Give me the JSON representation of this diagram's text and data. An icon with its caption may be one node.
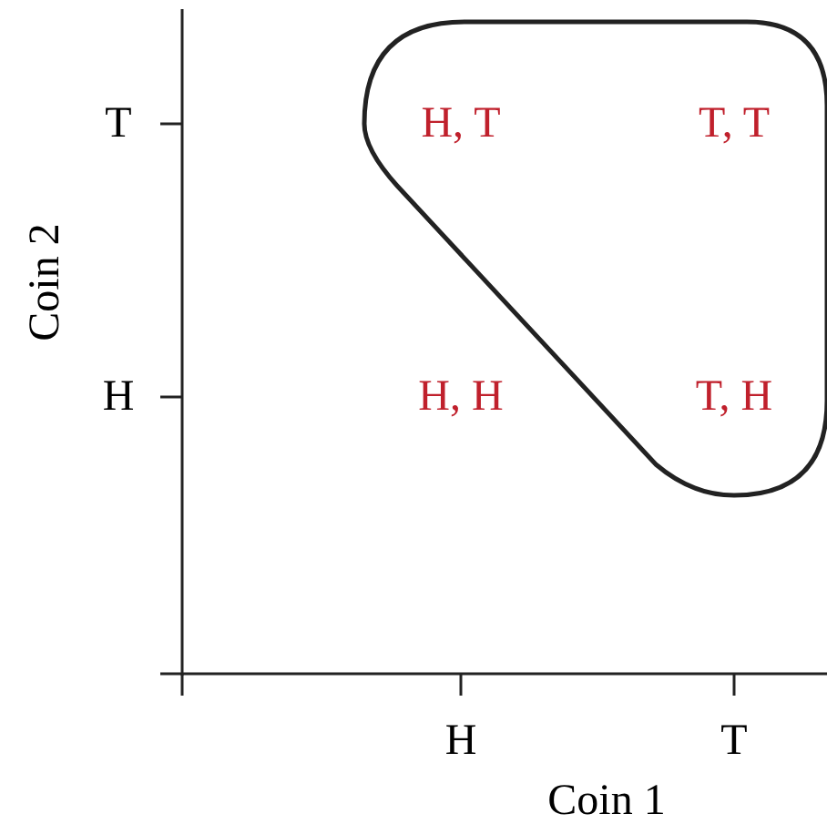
{
  "diagram": {
    "nodes": [
      {
        "text": [
          "H, T",
          "T, T",
          "T, H"
        ]
      }
    ],
    "edges": [],
    "labels": [
      "T",
      "Coin 2",
      "H",
      "H, H",
      "H",
      "T",
      "Coin 1"
    ]
  }
}
